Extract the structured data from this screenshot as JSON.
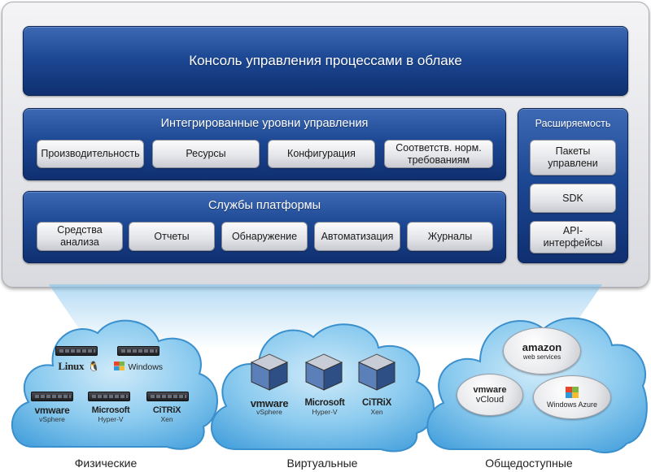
{
  "console": {
    "title": "Консоль управления процессами в облаке"
  },
  "integrated": {
    "title": "Интегрированные уровни управления",
    "items": [
      "Производительность",
      "Ресурсы",
      "Конфигурация",
      "Соответств. норм. требованиям"
    ]
  },
  "platform": {
    "title": "Службы платформы",
    "items": [
      "Средства анализа",
      "Отчеты",
      "Обнаружение",
      "Автоматизация",
      "Журналы"
    ]
  },
  "extensibility": {
    "title": "Расширяемость",
    "items": [
      "Пакеты управлени",
      "SDK",
      "API-интерфейсы"
    ]
  },
  "clouds": {
    "physical": {
      "label": "Физические",
      "os": [
        "Linux",
        "Windows"
      ],
      "vendors": [
        {
          "brand": "vmware",
          "product": "vSphere"
        },
        {
          "brand": "Microsoft",
          "product": "Hyper-V"
        },
        {
          "brand": "CiTRiX",
          "product": "Xen"
        }
      ]
    },
    "virtual": {
      "label": "Виртуальные",
      "vendors": [
        {
          "brand": "vmware",
          "product": "vSphere"
        },
        {
          "brand": "Microsoft",
          "product": "Hyper-V"
        },
        {
          "brand": "CiTRiX",
          "product": "Xen"
        }
      ]
    },
    "public": {
      "label": "Общедоступные",
      "providers": [
        {
          "brand": "amazon",
          "product": "web services"
        },
        {
          "brand": "vmware",
          "product": "vCloud"
        },
        {
          "brand": "",
          "product": "Windows Azure"
        }
      ]
    }
  },
  "colors": {
    "panel_blue": "#1d4894",
    "cloud_blue": "#5fb3e6",
    "frame_grey": "#d9dadf"
  }
}
